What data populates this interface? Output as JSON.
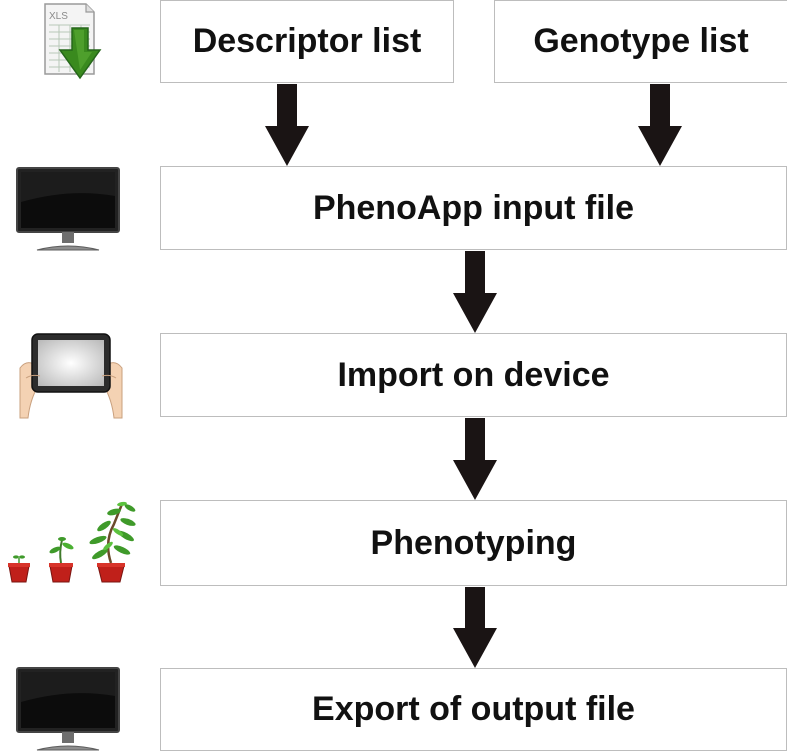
{
  "diagram": {
    "nodes": {
      "descriptor_list": "Descriptor list",
      "genotype_list": "Genotype list",
      "phenoapp_input_file": "PhenoApp input file",
      "import_on_device": "Import on device",
      "phenotyping": "Phenotyping",
      "export_output_file": "Export of output file"
    },
    "icons": {
      "spreadsheet": {
        "name": "xls-download-icon",
        "label": "XLS"
      },
      "monitor_1": {
        "name": "monitor-icon"
      },
      "tablet": {
        "name": "tablet-in-hands-icon"
      },
      "plants": {
        "name": "growing-plants-icon"
      },
      "monitor_2": {
        "name": "monitor-icon"
      }
    },
    "colors": {
      "box_border": "#bdbdbd",
      "text": "#111111",
      "arrow": "#1a1414",
      "download_arrow": "#3a8a1e",
      "plant_pot": "#c0201a",
      "plant_leaf": "#3f9a2a"
    }
  }
}
